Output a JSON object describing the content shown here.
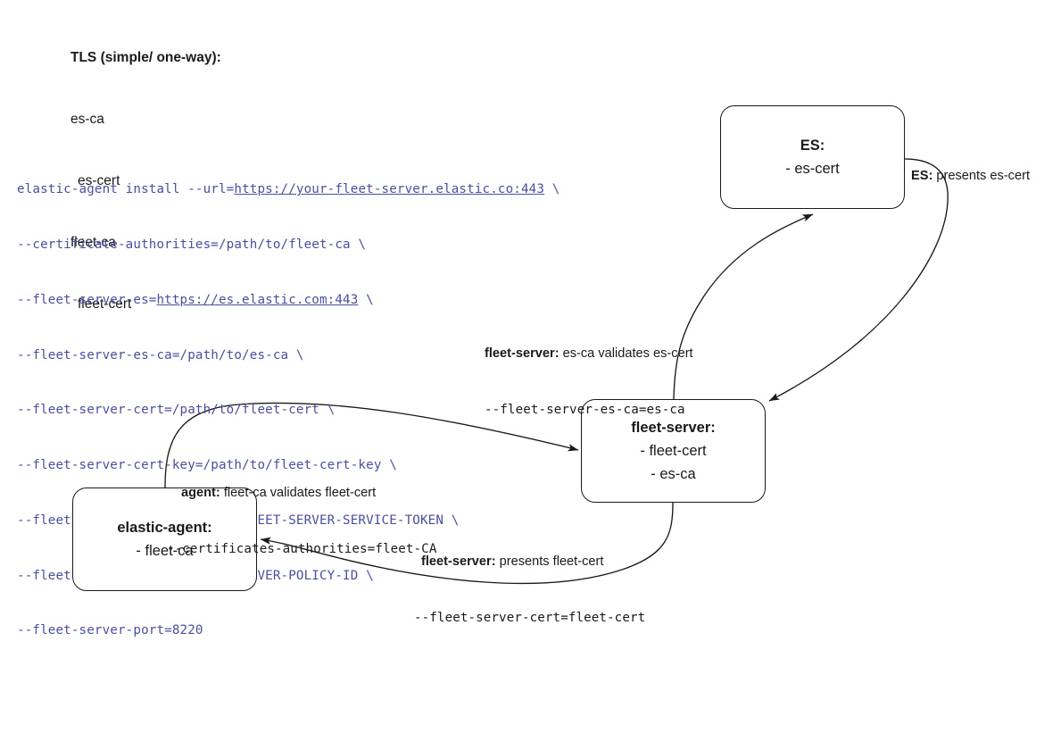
{
  "legend": {
    "title": "TLS (simple/ one-way):",
    "items": [
      {
        "text": "es-ca",
        "indent": 1
      },
      {
        "text": "es-cert",
        "indent": 2
      },
      {
        "text": "fleet-ca",
        "indent": 1
      },
      {
        "text": "fleet-cert",
        "indent": 2
      }
    ]
  },
  "command": {
    "lines": [
      {
        "pre": "elastic-agent install --url=",
        "link": "https://your-fleet-server.elastic.co:443",
        "post": " \\"
      },
      {
        "pre": "--certificate-authorities=/path/to/fleet-ca \\",
        "link": "",
        "post": ""
      },
      {
        "pre": "--fleet-server-es=",
        "link": "https://es.elastic.com:443",
        "post": " \\"
      },
      {
        "pre": "--fleet-server-es-ca=/path/to/es-ca \\",
        "link": "",
        "post": ""
      },
      {
        "pre": "--fleet-server-cert=/path/to/fleet-cert \\",
        "link": "",
        "post": ""
      },
      {
        "pre": "--fleet-server-cert-key=/path/to/fleet-cert-key \\",
        "link": "",
        "post": ""
      },
      {
        "pre": "--fleet-server-service-token=FLEET-SERVER-SERVICE-TOKEN \\",
        "link": "",
        "post": ""
      },
      {
        "pre": "--fleet-server-policy=FLEET-SERVER-POLICY-ID \\",
        "link": "",
        "post": ""
      },
      {
        "pre": "--fleet-server-port=8220",
        "link": "",
        "post": ""
      }
    ]
  },
  "nodes": {
    "es": {
      "title": "ES:",
      "lines": [
        "- es-cert"
      ]
    },
    "fleet_server": {
      "title": "fleet-server:",
      "lines": [
        "- fleet-cert",
        "- es-ca"
      ]
    },
    "elastic_agent": {
      "title": "elastic-agent:",
      "lines": [
        "- fleet-ca"
      ]
    }
  },
  "edges": [
    {
      "id": "es-presents",
      "actor": "ES:",
      "text": " presents es-cert",
      "mono": ""
    },
    {
      "id": "fleet-server-validates",
      "actor": "fleet-server:",
      "text": " es-ca validates es-cert",
      "mono": "--fleet-server-es-ca=es-ca"
    },
    {
      "id": "agent-validates",
      "actor": "agent:",
      "text": " fleet-ca validates fleet-cert",
      "mono": "--certificates-authorities=fleet-CA"
    },
    {
      "id": "fleet-server-presents",
      "actor": "fleet-server:",
      "text": " presents fleet-cert",
      "mono": "--fleet-server-cert=fleet-cert"
    }
  ],
  "colors": {
    "background": "#ffffff",
    "stroke": "#1a1a1a",
    "code": "#4a4f9e",
    "text": "#1a1a1a"
  }
}
